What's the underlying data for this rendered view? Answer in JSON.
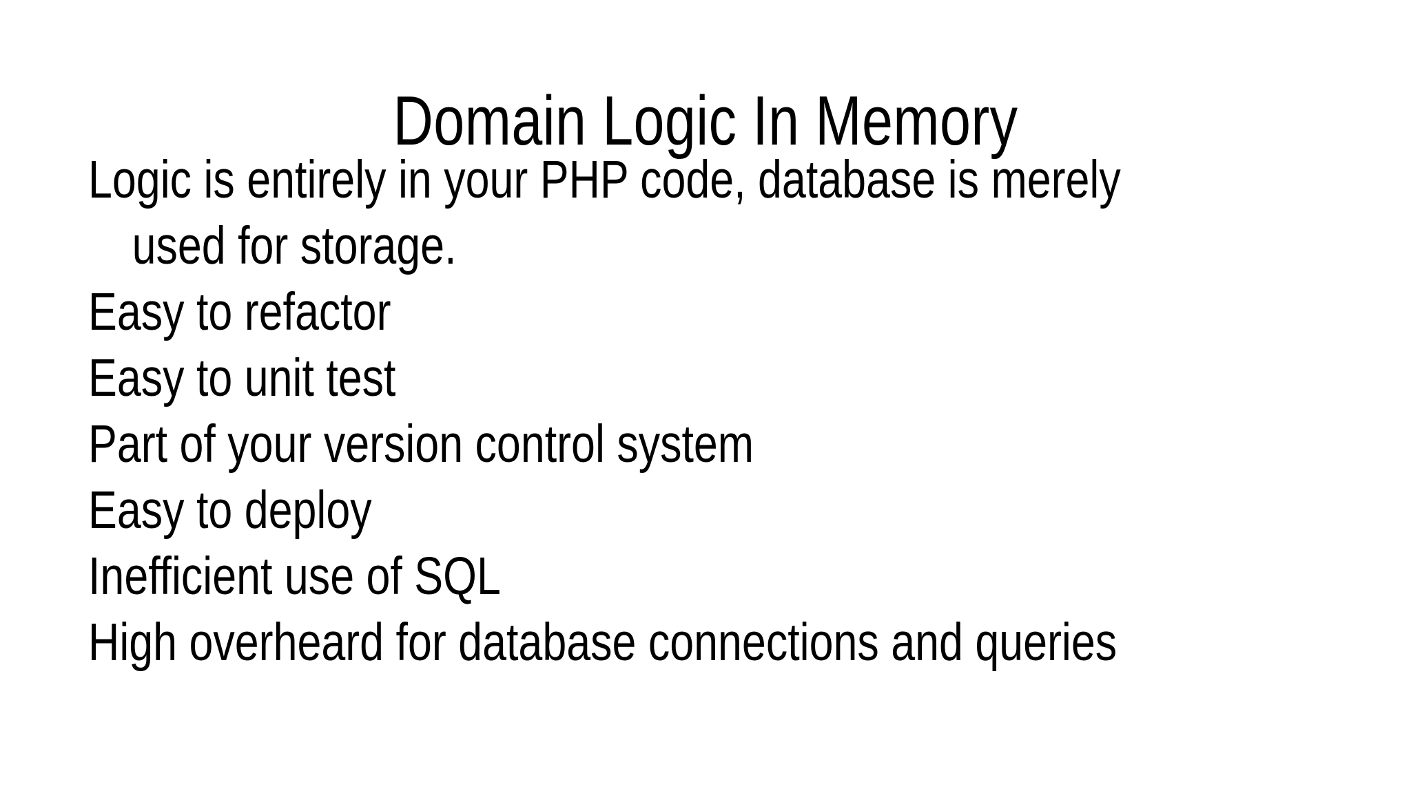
{
  "slide": {
    "title": "Domain Logic In Memory",
    "background_color": "#FFFFFF",
    "text_color": "#000000",
    "body_lines": [
      {
        "text": "Logic is entirely in your PHP code, database is merely",
        "indented": false
      },
      {
        "text": "used for storage.",
        "indented": true
      },
      {
        "text": "Easy to refactor",
        "indented": false
      },
      {
        "text": "Easy to unit test",
        "indented": false
      },
      {
        "text": "Part of your version control system",
        "indented": false
      },
      {
        "text": "Easy to deploy",
        "indented": false
      },
      {
        "text": "Inefficient use of SQL",
        "indented": false
      },
      {
        "text": "High overheard for database connections and queries",
        "indented": false
      }
    ]
  }
}
